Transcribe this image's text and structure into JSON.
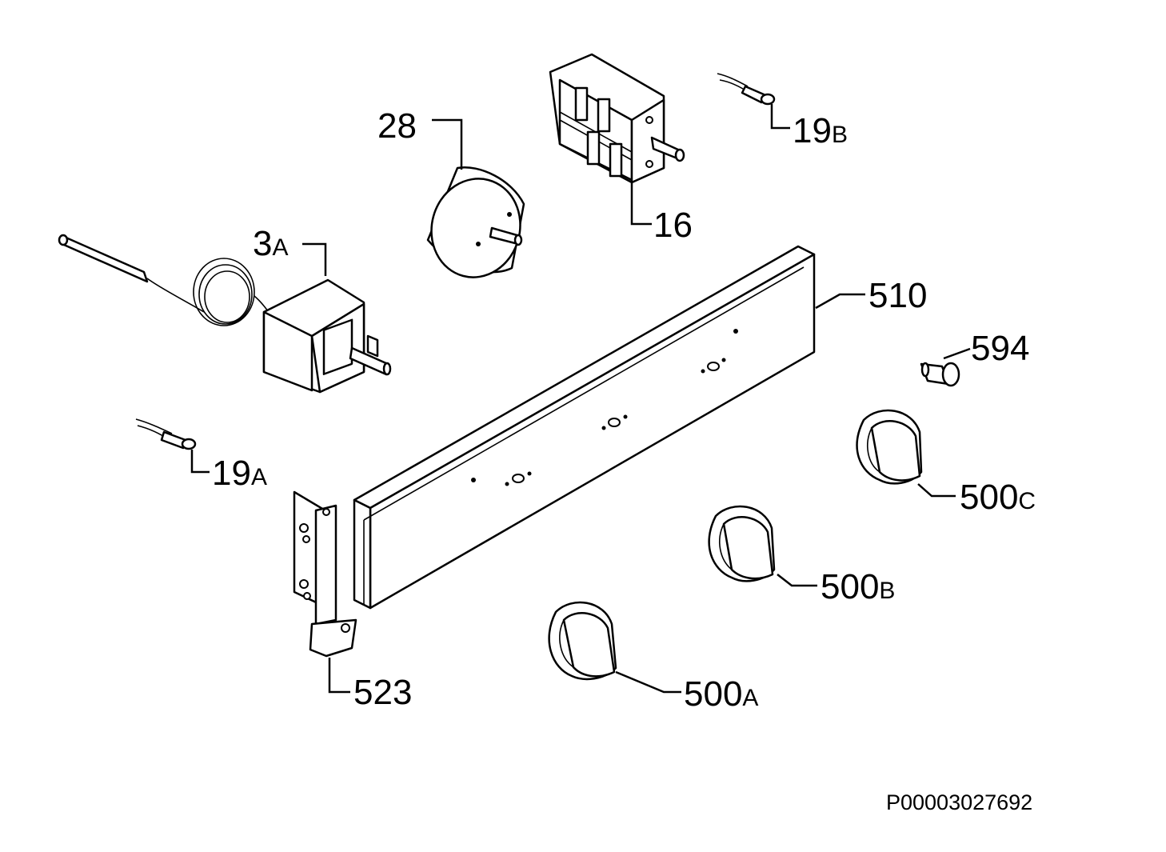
{
  "diagram": {
    "labels": {
      "part_28": "28",
      "part_16": "16",
      "part_19b_num": "19",
      "part_19b_suffix": "B",
      "part_3a_num": "3",
      "part_3a_suffix": "A",
      "part_510": "510",
      "part_594": "594",
      "part_19a_num": "19",
      "part_19a_suffix": "A",
      "part_500c_num": "500",
      "part_500c_suffix": "C",
      "part_500b_num": "500",
      "part_500b_suffix": "B",
      "part_500a_num": "500",
      "part_500a_suffix": "A",
      "part_523": "523"
    },
    "document_number": "P00003027692"
  }
}
